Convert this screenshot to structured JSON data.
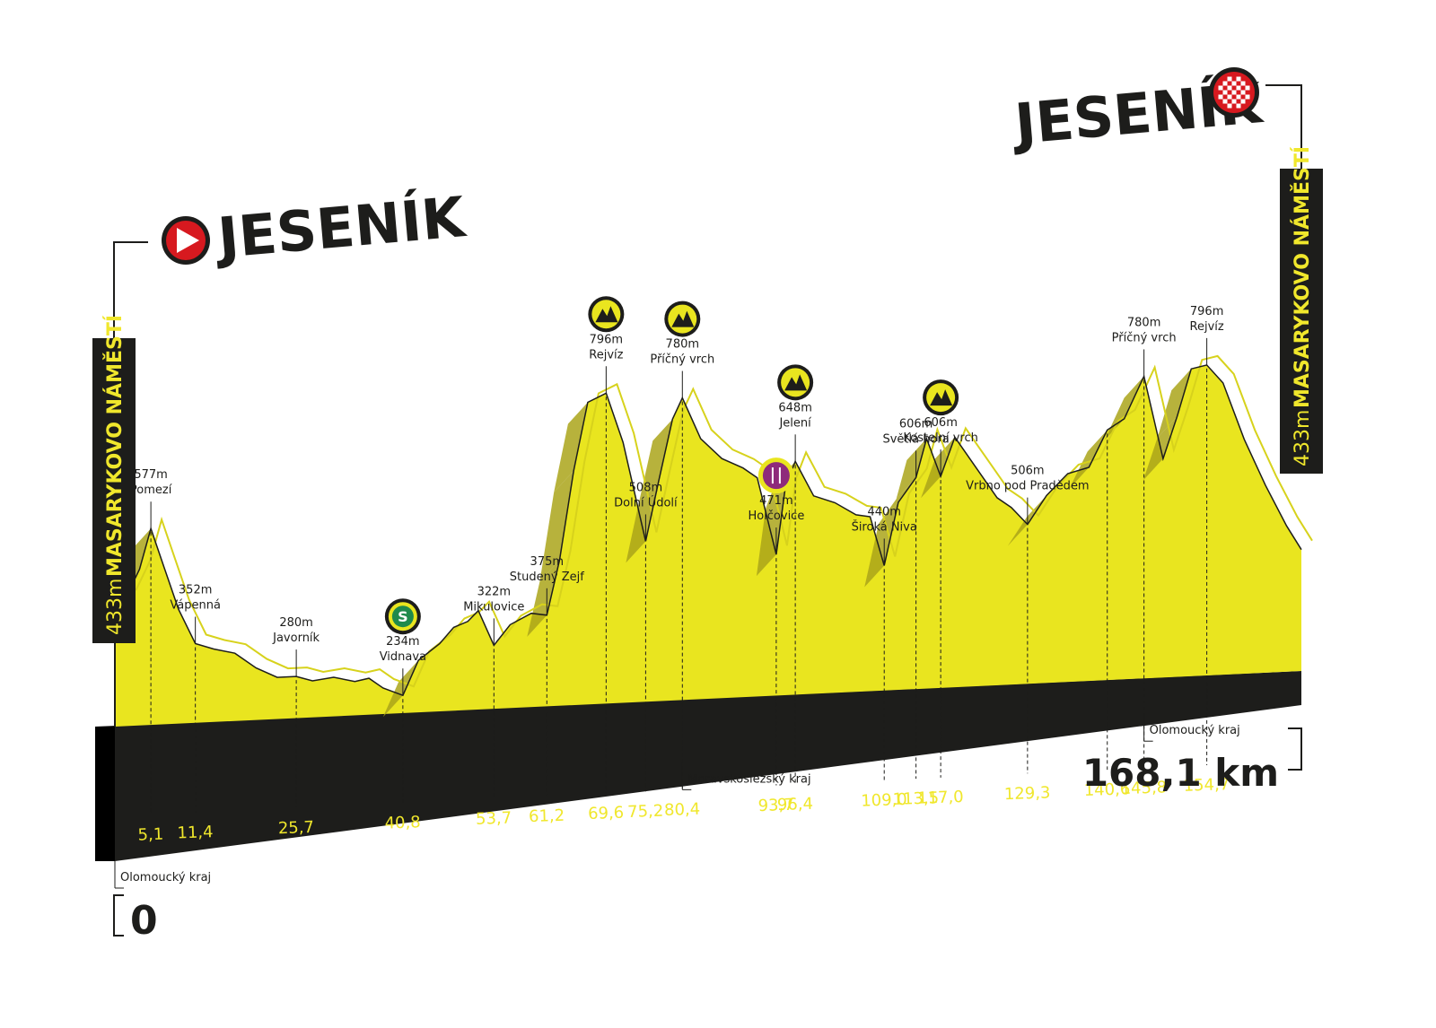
{
  "chart_data": {
    "type": "area",
    "title": "",
    "start": {
      "city": "JESENÍK",
      "place": "MASARYKOVO NÁMĚSTÍ",
      "altitude": "433m",
      "km_label": "0"
    },
    "finish": {
      "city": "JESENÍK",
      "place": "MASARYKOVO NÁMĚSTÍ",
      "altitude": "433m",
      "km_label": "168,1 km"
    },
    "total_km": 168.1,
    "ylim": [
      200,
      820
    ],
    "profile": [
      [
        0,
        450
      ],
      [
        1.5,
        445
      ],
      [
        3.5,
        500
      ],
      [
        5.1,
        577
      ],
      [
        7,
        500
      ],
      [
        9,
        420
      ],
      [
        11.4,
        352
      ],
      [
        14,
        340
      ],
      [
        17,
        330
      ],
      [
        20,
        300
      ],
      [
        23,
        280
      ],
      [
        25.7,
        280
      ],
      [
        28,
        270
      ],
      [
        31,
        275
      ],
      [
        34,
        265
      ],
      [
        36,
        270
      ],
      [
        38,
        250
      ],
      [
        40.8,
        234
      ],
      [
        43,
        300
      ],
      [
        46,
        330
      ],
      [
        48,
        360
      ],
      [
        50,
        370
      ],
      [
        51.5,
        390
      ],
      [
        53.7,
        322
      ],
      [
        56,
        360
      ],
      [
        59,
        380
      ],
      [
        61.2,
        375
      ],
      [
        63,
        480
      ],
      [
        65,
        650
      ],
      [
        67,
        780
      ],
      [
        69.6,
        796
      ],
      [
        72,
        700
      ],
      [
        75.2,
        508
      ],
      [
        77,
        620
      ],
      [
        79,
        740
      ],
      [
        80.4,
        780
      ],
      [
        83,
        700
      ],
      [
        86,
        660
      ],
      [
        89,
        640
      ],
      [
        91,
        620
      ],
      [
        93.7,
        471
      ],
      [
        95,
        600
      ],
      [
        96.4,
        648
      ],
      [
        99,
        580
      ],
      [
        102,
        565
      ],
      [
        105,
        540
      ],
      [
        107,
        535
      ],
      [
        109,
        440
      ],
      [
        111,
        560
      ],
      [
        113.5,
        606
      ],
      [
        115,
        680
      ],
      [
        117,
        606
      ],
      [
        119,
        680
      ],
      [
        121,
        640
      ],
      [
        125,
        560
      ],
      [
        127,
        540
      ],
      [
        129.3,
        506
      ],
      [
        132,
        560
      ],
      [
        135,
        600
      ],
      [
        138,
        610
      ],
      [
        140.6,
        680
      ],
      [
        143,
        700
      ],
      [
        145.8,
        780
      ],
      [
        148.5,
        620
      ],
      [
        150.5,
        700
      ],
      [
        152.5,
        790
      ],
      [
        154.7,
        796
      ],
      [
        157,
        760
      ],
      [
        160,
        650
      ],
      [
        163,
        560
      ],
      [
        166,
        480
      ],
      [
        168.1,
        433
      ]
    ],
    "points": [
      {
        "km": 5.1,
        "km_label": "5,1",
        "altitude": "577m",
        "name": "Pomezí"
      },
      {
        "km": 11.4,
        "km_label": "11,4",
        "altitude": "352m",
        "name": "Vápenná"
      },
      {
        "km": 25.7,
        "km_label": "25,7",
        "altitude": "280m",
        "name": "Javorník"
      },
      {
        "km": 40.8,
        "km_label": "40,8",
        "altitude": "234m",
        "name": "Vidnava",
        "icon": "sprint-icon",
        "icon_text": "S"
      },
      {
        "km": 53.7,
        "km_label": "53,7",
        "altitude": "322m",
        "name": "Mikulovice"
      },
      {
        "km": 61.2,
        "km_label": "61,2",
        "altitude": "375m",
        "name": "Studený Zejf"
      },
      {
        "km": 69.6,
        "km_label": "69,6",
        "altitude": "796m",
        "name": "Rejvíz",
        "icon": "mountain-icon"
      },
      {
        "km": 75.2,
        "km_label": "75,2",
        "altitude": "508m",
        "name": "Dolní Údolí"
      },
      {
        "km": 80.4,
        "km_label": "80,4",
        "altitude": "780m",
        "name": "Příčný vrch",
        "icon": "mountain-icon"
      },
      {
        "km": 93.7,
        "km_label": "93,7",
        "altitude": "471m",
        "name": "Holčovice",
        "icon": "feed-zone-icon"
      },
      {
        "km": 96.4,
        "km_label": "96,4",
        "altitude": "648m",
        "name": "Jelení",
        "icon": "mountain-icon"
      },
      {
        "km": 109.0,
        "km_label": "109,0",
        "altitude": "440m",
        "name": "Široká Niva"
      },
      {
        "km": 113.5,
        "km_label": "113,5",
        "altitude": "606m",
        "name": "Světlá hora"
      },
      {
        "km": 117.0,
        "km_label": "117,0",
        "altitude": "606m",
        "name": "Kostelní vrch",
        "icon": "mountain-icon"
      },
      {
        "km": 129.3,
        "km_label": "129,3",
        "altitude": "506m",
        "name": "Vrbno pod Pradědem"
      },
      {
        "km": 140.6,
        "km_label": "140,6"
      },
      {
        "km": 145.8,
        "km_label": "145,8",
        "altitude": "780m",
        "name": "Příčný vrch"
      },
      {
        "km": 154.7,
        "km_label": "154,7",
        "altitude": "796m",
        "name": "Rejvíz"
      }
    ],
    "regions": [
      {
        "km": 0,
        "name": "Olomoucký kraj"
      },
      {
        "km": 80.4,
        "name": "Moravskoslezský kraj"
      },
      {
        "km": 145.8,
        "name": "Olomoucký kraj"
      }
    ]
  },
  "colors": {
    "profile_fill": "#e9e51f",
    "profile_shade": "#aaa51a",
    "base": "#1d1d1b",
    "km_text": "#f0e72c",
    "start_icon": "#d7191f",
    "icon_fill": "#e9e51f",
    "sprint_fill": "#1f8a4c",
    "feed_fill": "#8e2a7b"
  }
}
